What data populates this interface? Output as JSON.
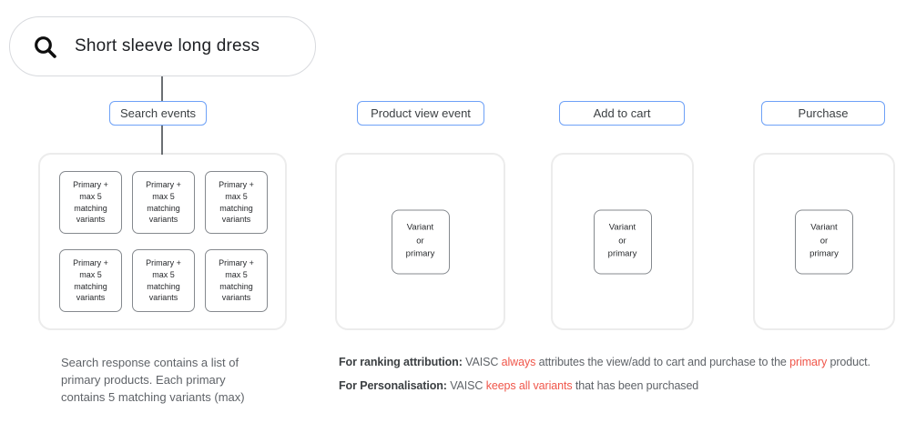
{
  "colors": {
    "accent_blue": "#6ea1f7",
    "alert_red": "#f0564a",
    "muted_text": "#5f6368",
    "card_border": "#85898e",
    "container_border": "#ececec"
  },
  "search": {
    "query": "Short sleeve long dress",
    "icon": "search-icon"
  },
  "event_labels": {
    "search_events": "Search events",
    "product_view": "Product view event",
    "add_to_cart": "Add to cart",
    "purchase": "Purchase"
  },
  "search_events": {
    "cards": [
      {
        "text": "Primary +\nmax 5\nmatching\nvariants"
      },
      {
        "text": "Primary +\nmax 5\nmatching\nvariants"
      },
      {
        "text": "Primary +\nmax 5\nmatching\nvariants"
      },
      {
        "text": "Primary +\nmax 5\nmatching\nvariants"
      },
      {
        "text": "Primary +\nmax 5\nmatching\nvariants"
      },
      {
        "text": "Primary +\nmax 5\nmatching\nvariants"
      }
    ]
  },
  "product_view": {
    "card": "Variant\nor\nprimary"
  },
  "add_to_cart": {
    "card": "Variant\nor\nprimary"
  },
  "purchase": {
    "card": "Variant\nor\nprimary"
  },
  "notes": {
    "search_note": "Search response contains a list of\nprimary products. Each primary\ncontains 5 matching variants (max)",
    "ranking": {
      "segments": [
        {
          "text": "For ranking attribution:",
          "style": "bold"
        },
        {
          "text": " VAISC ",
          "style": "normal"
        },
        {
          "text": "always",
          "style": "red"
        },
        {
          "text": " attributes the view/add to cart and purchase to the ",
          "style": "normal"
        },
        {
          "text": "primary",
          "style": "red"
        },
        {
          "text": " product.",
          "style": "normal"
        }
      ]
    },
    "personalisation": {
      "segments": [
        {
          "text": "For Personalisation:",
          "style": "bold"
        },
        {
          "text": " VAISC ",
          "style": "normal"
        },
        {
          "text": "keeps all variants",
          "style": "red"
        },
        {
          "text": " that has been purchased",
          "style": "normal"
        }
      ]
    }
  }
}
